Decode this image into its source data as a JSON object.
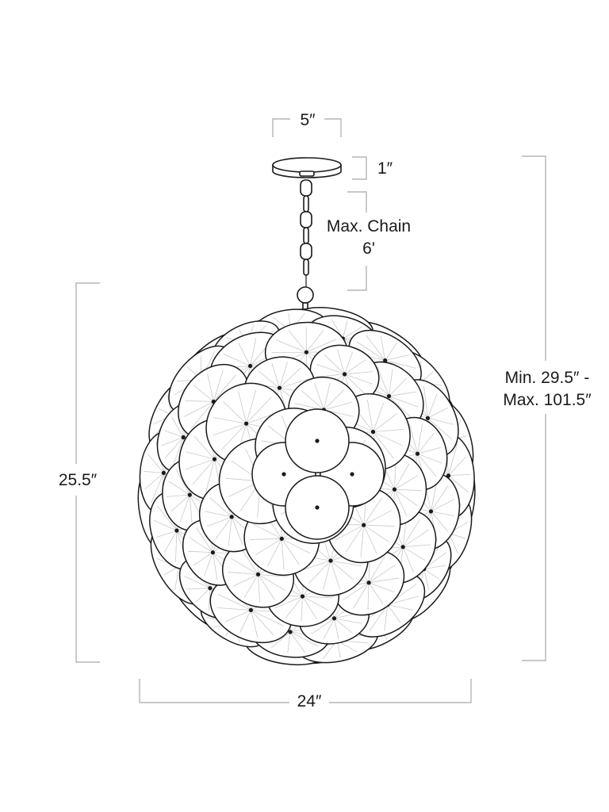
{
  "dimensions": {
    "canopy_width": "5″",
    "canopy_height": "1″",
    "chain_line1": "Max. Chain",
    "chain_line2": "6'",
    "overall_line1": "Min. 29.5″ -",
    "overall_line2": "Max. 101.5″",
    "fixture_height": "25.5″",
    "fixture_width": "24″"
  },
  "colors": {
    "ink": "#1a1a1a",
    "dimension_line": "#b5b5b5",
    "background": "#ffffff"
  }
}
